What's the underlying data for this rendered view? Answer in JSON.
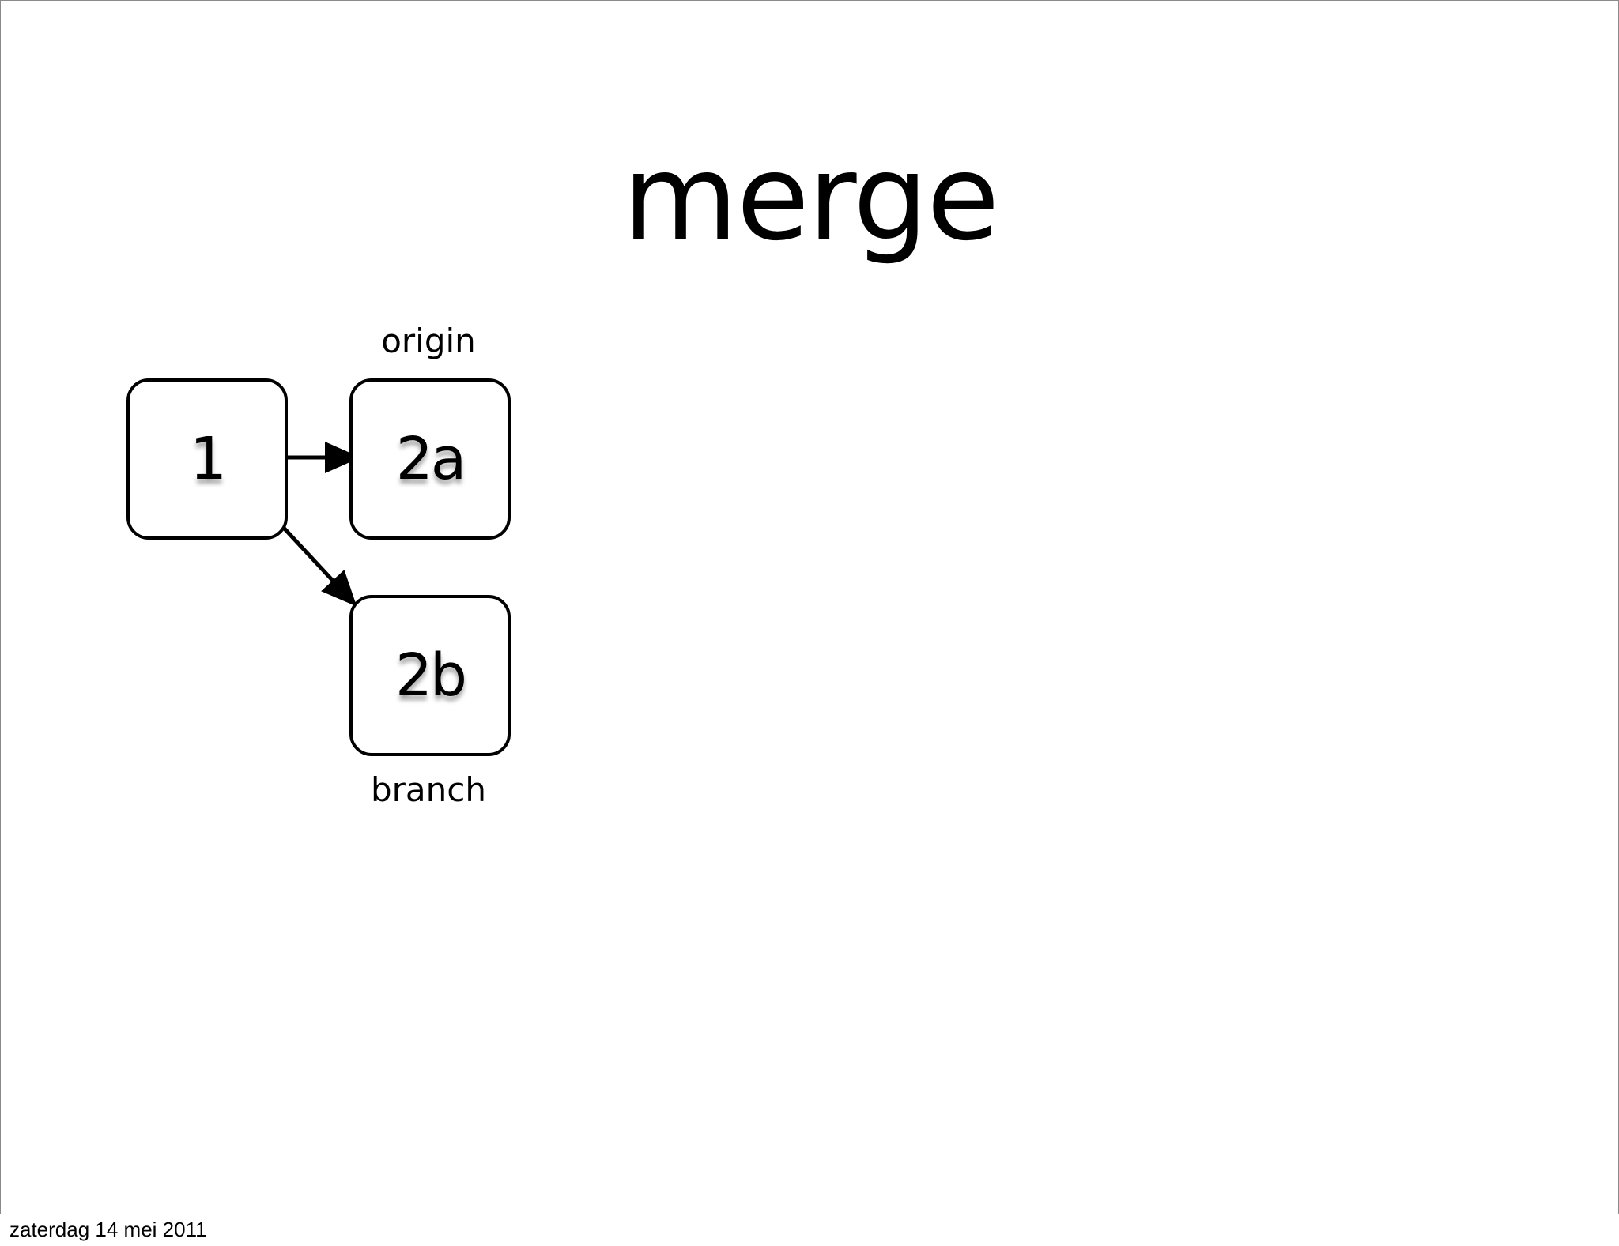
{
  "slide": {
    "title": "merge",
    "footer_date": "zaterdag 14 mei 2011"
  },
  "diagram": {
    "nodes": {
      "n1": "1",
      "n2a": "2a",
      "n2b": "2b"
    },
    "labels": {
      "origin": "origin",
      "branch": "branch"
    },
    "edges": [
      {
        "from": "1",
        "to": "2a"
      },
      {
        "from": "1",
        "to": "2b"
      }
    ]
  }
}
